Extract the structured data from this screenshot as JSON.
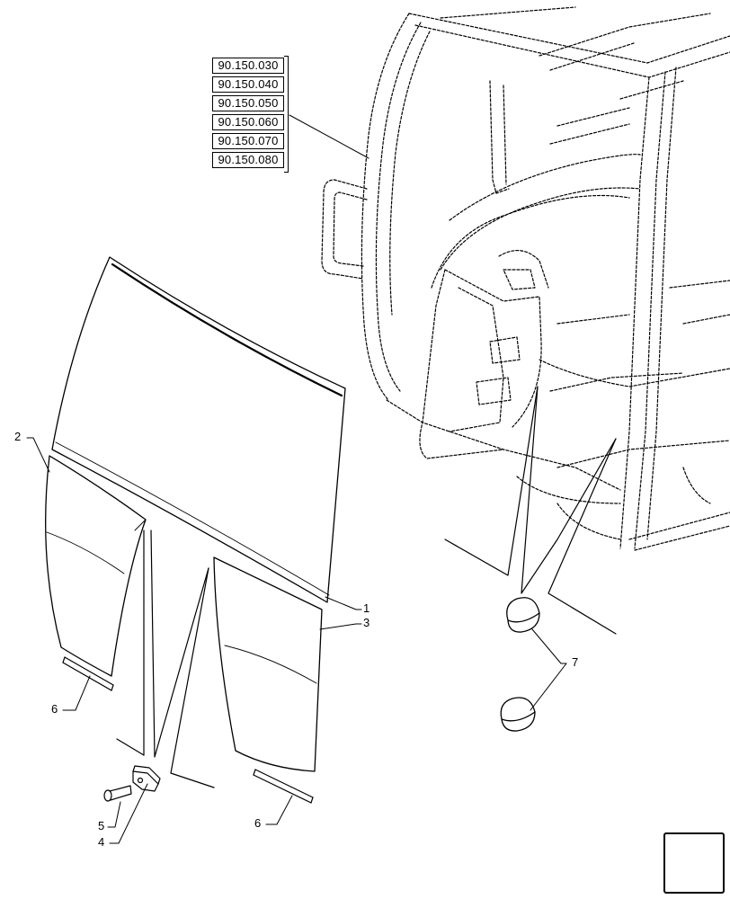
{
  "reference_codes": [
    "90.150.030",
    "90.150.040",
    "90.150.050",
    "90.150.060",
    "90.150.070",
    "90.150.080"
  ],
  "callouts": {
    "c1": "1",
    "c2": "2",
    "c3": "3",
    "c4": "4",
    "c5": "5",
    "c6a": "6",
    "c6b": "6",
    "c7": "7"
  },
  "nav": {
    "icon": "arrow-down-left-icon"
  }
}
